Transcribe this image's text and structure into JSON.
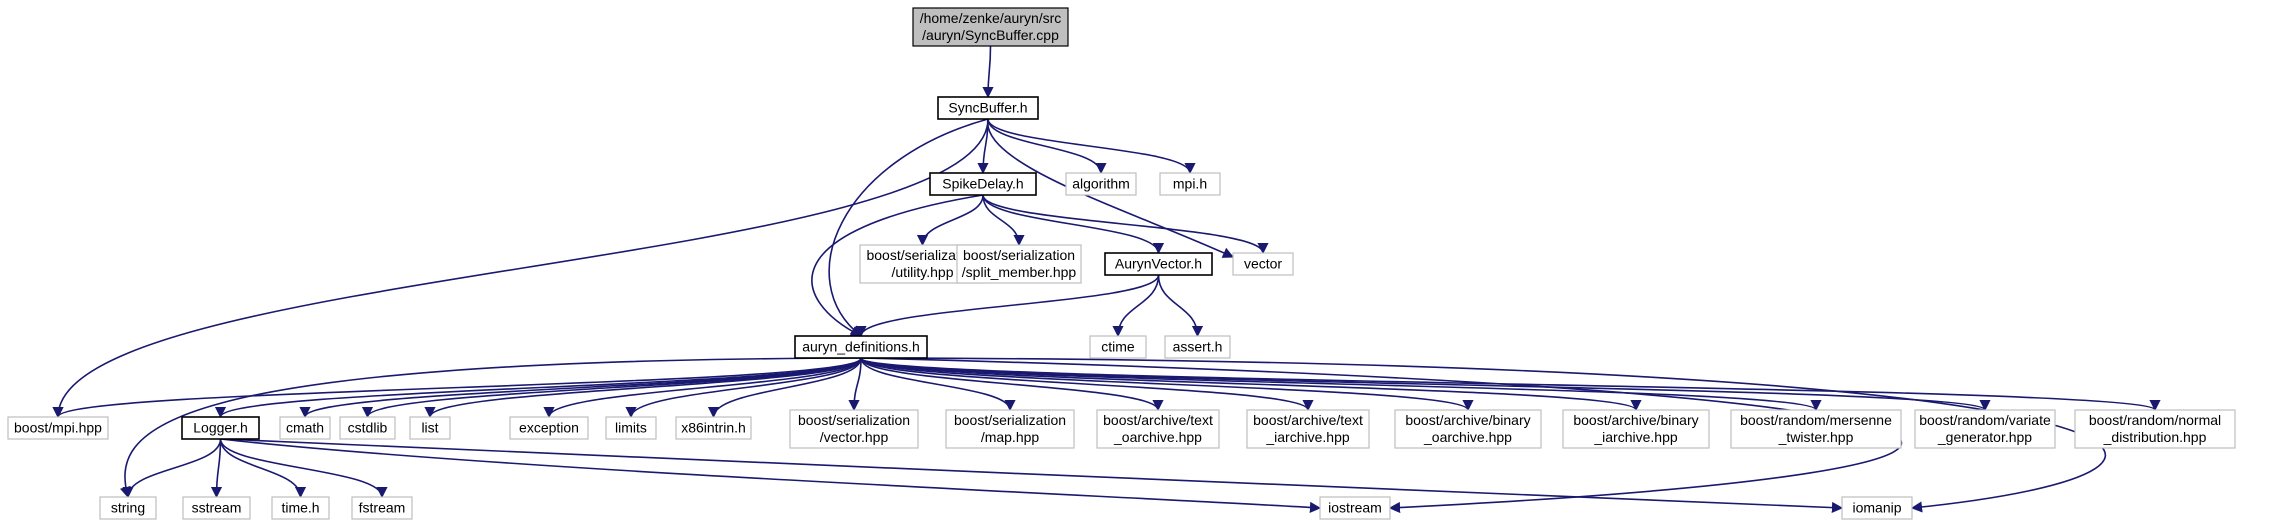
{
  "colors": {
    "edge": "#191970",
    "root_fill": "#bfbfbf",
    "documented_border": "#000000",
    "external_border": "#bfbfbf",
    "background": "#ffffff"
  },
  "nodes": [
    {
      "id": "root",
      "lines": [
        "/home/zenke/auryn/src",
        "/auryn/SyncBuffer.cpp"
      ],
      "kind": "root"
    },
    {
      "id": "syncbuffer",
      "lines": [
        "SyncBuffer.h"
      ],
      "kind": "documented"
    },
    {
      "id": "spikedelay",
      "lines": [
        "SpikeDelay.h"
      ],
      "kind": "documented"
    },
    {
      "id": "algorithm",
      "lines": [
        "algorithm"
      ],
      "kind": "external"
    },
    {
      "id": "mpih",
      "lines": [
        "mpi.h"
      ],
      "kind": "external"
    },
    {
      "id": "vector",
      "lines": [
        "vector"
      ],
      "kind": "external"
    },
    {
      "id": "bs_utility",
      "lines": [
        "boost/serialization",
        "/utility.hpp"
      ],
      "kind": "external"
    },
    {
      "id": "bs_split",
      "lines": [
        "boost/serialization",
        "/split_member.hpp"
      ],
      "kind": "external"
    },
    {
      "id": "aurynvector",
      "lines": [
        "AurynVector.h"
      ],
      "kind": "documented"
    },
    {
      "id": "ctime",
      "lines": [
        "ctime"
      ],
      "kind": "external"
    },
    {
      "id": "asserth",
      "lines": [
        "assert.h"
      ],
      "kind": "external"
    },
    {
      "id": "defs",
      "lines": [
        "auryn_definitions.h"
      ],
      "kind": "documented"
    },
    {
      "id": "boostmpi",
      "lines": [
        "boost/mpi.hpp"
      ],
      "kind": "external"
    },
    {
      "id": "logger",
      "lines": [
        "Logger.h"
      ],
      "kind": "documented"
    },
    {
      "id": "cmath",
      "lines": [
        "cmath"
      ],
      "kind": "external"
    },
    {
      "id": "cstdlib",
      "lines": [
        "cstdlib"
      ],
      "kind": "external"
    },
    {
      "id": "list",
      "lines": [
        "list"
      ],
      "kind": "external"
    },
    {
      "id": "exception",
      "lines": [
        "exception"
      ],
      "kind": "external"
    },
    {
      "id": "limits",
      "lines": [
        "limits"
      ],
      "kind": "external"
    },
    {
      "id": "x86",
      "lines": [
        "x86intrin.h"
      ],
      "kind": "external"
    },
    {
      "id": "bs_vector",
      "lines": [
        "boost/serialization",
        "/vector.hpp"
      ],
      "kind": "external"
    },
    {
      "id": "bs_map",
      "lines": [
        "boost/serialization",
        "/map.hpp"
      ],
      "kind": "external"
    },
    {
      "id": "ba_text_o",
      "lines": [
        "boost/archive/text",
        "_oarchive.hpp"
      ],
      "kind": "external"
    },
    {
      "id": "ba_text_i",
      "lines": [
        "boost/archive/text",
        "_iarchive.hpp"
      ],
      "kind": "external"
    },
    {
      "id": "ba_bin_o",
      "lines": [
        "boost/archive/binary",
        "_oarchive.hpp"
      ],
      "kind": "external"
    },
    {
      "id": "ba_bin_i",
      "lines": [
        "boost/archive/binary",
        "_iarchive.hpp"
      ],
      "kind": "external"
    },
    {
      "id": "br_mt",
      "lines": [
        "boost/random/mersenne",
        "_twister.hpp"
      ],
      "kind": "external"
    },
    {
      "id": "br_vg",
      "lines": [
        "boost/random/variate",
        "_generator.hpp"
      ],
      "kind": "external"
    },
    {
      "id": "br_nd",
      "lines": [
        "boost/random/normal",
        "_distribution.hpp"
      ],
      "kind": "external"
    },
    {
      "id": "string",
      "lines": [
        "string"
      ],
      "kind": "external"
    },
    {
      "id": "sstream",
      "lines": [
        "sstream"
      ],
      "kind": "external"
    },
    {
      "id": "timeh",
      "lines": [
        "time.h"
      ],
      "kind": "external"
    },
    {
      "id": "fstream",
      "lines": [
        "fstream"
      ],
      "kind": "external"
    },
    {
      "id": "iostream",
      "lines": [
        "iostream"
      ],
      "kind": "external"
    },
    {
      "id": "iomanip",
      "lines": [
        "iomanip"
      ],
      "kind": "external"
    }
  ],
  "edges": [
    [
      "root",
      "syncbuffer"
    ],
    [
      "syncbuffer",
      "spikedelay"
    ],
    [
      "syncbuffer",
      "algorithm"
    ],
    [
      "syncbuffer",
      "mpih"
    ],
    [
      "syncbuffer",
      "vector"
    ],
    [
      "syncbuffer",
      "defs"
    ],
    [
      "syncbuffer",
      "boostmpi"
    ],
    [
      "spikedelay",
      "bs_utility"
    ],
    [
      "spikedelay",
      "bs_split"
    ],
    [
      "spikedelay",
      "aurynvector"
    ],
    [
      "spikedelay",
      "vector"
    ],
    [
      "spikedelay",
      "defs"
    ],
    [
      "aurynvector",
      "ctime"
    ],
    [
      "aurynvector",
      "asserth"
    ],
    [
      "aurynvector",
      "defs"
    ],
    [
      "defs",
      "boostmpi"
    ],
    [
      "defs",
      "logger"
    ],
    [
      "defs",
      "cmath"
    ],
    [
      "defs",
      "cstdlib"
    ],
    [
      "defs",
      "list"
    ],
    [
      "defs",
      "exception"
    ],
    [
      "defs",
      "limits"
    ],
    [
      "defs",
      "x86"
    ],
    [
      "defs",
      "bs_vector"
    ],
    [
      "defs",
      "bs_map"
    ],
    [
      "defs",
      "ba_text_o"
    ],
    [
      "defs",
      "ba_text_i"
    ],
    [
      "defs",
      "ba_bin_o"
    ],
    [
      "defs",
      "ba_bin_i"
    ],
    [
      "defs",
      "br_mt"
    ],
    [
      "defs",
      "br_vg"
    ],
    [
      "defs",
      "br_nd"
    ],
    [
      "defs",
      "string"
    ],
    [
      "defs",
      "iostream"
    ],
    [
      "defs",
      "iomanip"
    ],
    [
      "logger",
      "string"
    ],
    [
      "logger",
      "sstream"
    ],
    [
      "logger",
      "timeh"
    ],
    [
      "logger",
      "fstream"
    ],
    [
      "logger",
      "iostream"
    ],
    [
      "logger",
      "iomanip"
    ]
  ]
}
